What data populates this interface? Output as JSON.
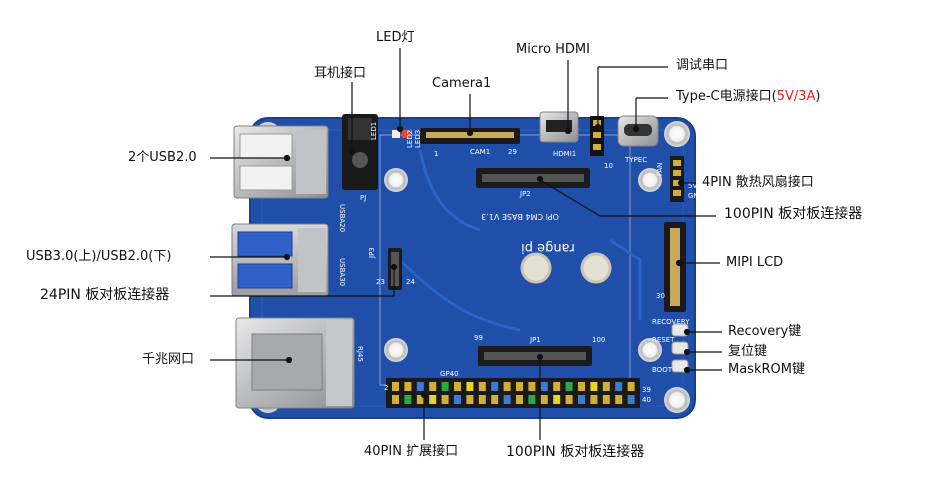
{
  "labels": {
    "led": "LED灯",
    "micro_hdmi": "Micro HDMI",
    "debug_uart": "调试串口",
    "earphone": "耳机接口",
    "camera": "Camera1",
    "typec_prefix": "Type-C电源接口(",
    "typec_power": "5V/3A",
    "typec_suffix": ")",
    "usb2": "2个USB2.0",
    "fan": "4PIN 散热风扇接口",
    "b2b_top": "100PIN 板对板连接器",
    "usb3": "USB3.0(上)/USB2.0(下)",
    "mipi": "MIPI LCD",
    "b2b_24": "24PIN 板对板连接器",
    "recovery": "Recovery键",
    "reset": "复位键",
    "ethernet": "千兆网口",
    "maskrom": "MaskROM键",
    "gpio40": "40PIN 扩展接口",
    "b2b_bottom": "100PIN 板对板连接器"
  },
  "silkscreen": {
    "board_name": "OPi CM4 BASE V1.3",
    "logo": "range pi",
    "cam1": "CAM1",
    "hdmi1": "HDMI1",
    "typec": "TYPEC",
    "jp2": "JP2",
    "jp1": "JP1",
    "jp3": "JP3",
    "pj": "PJ",
    "usba20": "USBA20",
    "usba30": "USBA30",
    "rj45": "RJ45",
    "gp40": "GP40",
    "fan_silk": "FAN",
    "recovery_silk": "RECOVERY",
    "reset_silk": "RESET",
    "led1": "LED1",
    "led2": "LED2",
    "led3": "LED3",
    "pin_1": "1",
    "pin_2": "2",
    "pin_10": "10",
    "pin_23": "23",
    "pin_24": "24",
    "pin_29": "29",
    "pin_30": "30",
    "pin_39": "39",
    "pin_40": "40",
    "pin_99": "99",
    "pin_100": "100",
    "gnd": "GND",
    "v5": "5V",
    "boot": "BOOT"
  },
  "colors": {
    "pcb": "#1f4fa8",
    "pcb_edge": "#173f8e",
    "label_accent": "#e02020",
    "leader": "#111111"
  }
}
